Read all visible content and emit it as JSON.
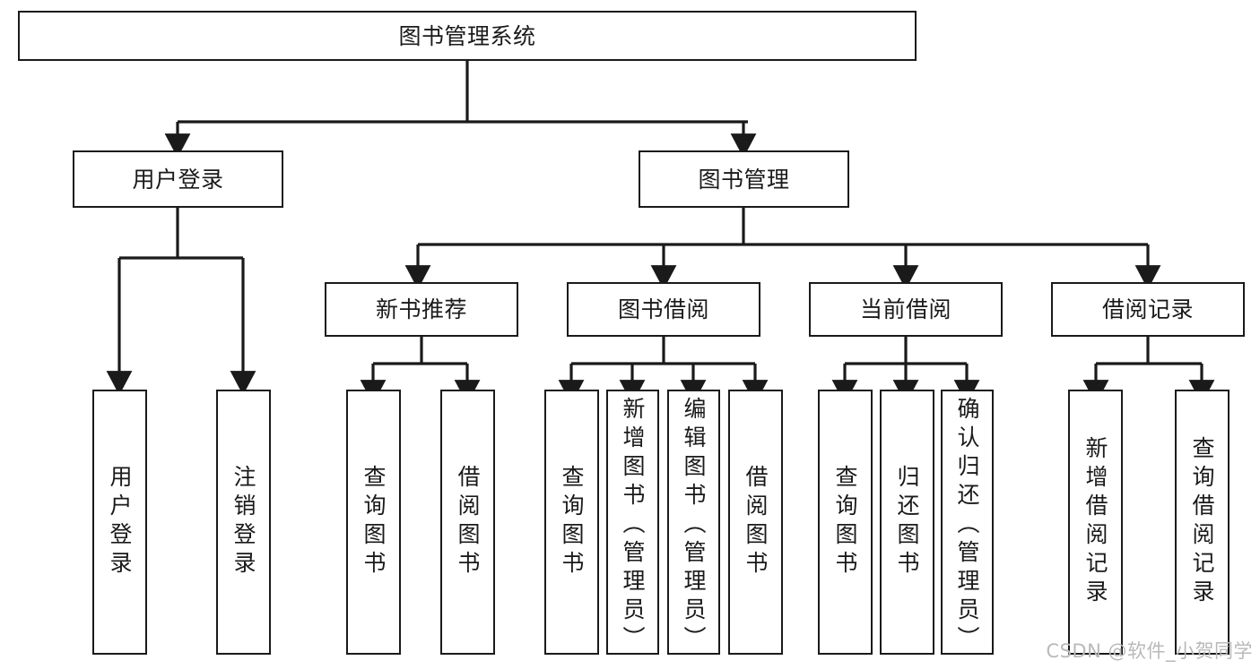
{
  "diagram": {
    "title": "图书管理系统",
    "type": "tree-hierarchy-chart",
    "colors": {
      "box_border": "#1a1a1a",
      "box_fill": "#ffffff",
      "connector": "#1a1a1a",
      "background": "#ffffff",
      "watermark": "#b9b9b9"
    },
    "root": {
      "label": "图书管理系统"
    },
    "level2": [
      {
        "label": "用户登录"
      },
      {
        "label": "图书管理"
      }
    ],
    "level3": [
      {
        "label": "新书推荐"
      },
      {
        "label": "图书借阅"
      },
      {
        "label": "当前借阅"
      },
      {
        "label": "借阅记录"
      }
    ],
    "leaves": {
      "user_login": [
        {
          "label": "用户登录"
        },
        {
          "label": "注销登录"
        }
      ],
      "new_book_recommend": [
        {
          "label": "查询图书"
        },
        {
          "label": "借阅图书"
        }
      ],
      "book_borrow": [
        {
          "label": "查询图书"
        },
        {
          "label": "新增图书（管理员）"
        },
        {
          "label": "编辑图书（管理员）"
        },
        {
          "label": "借阅图书"
        }
      ],
      "current_borrow": [
        {
          "label": "查询图书"
        },
        {
          "label": "归还图书"
        },
        {
          "label": "确认归还（管理员）"
        }
      ],
      "borrow_record": [
        {
          "label": "新增借阅记录"
        },
        {
          "label": "查询借阅记录"
        }
      ]
    }
  },
  "watermark": {
    "text": "CSDN @软件_小贺同学"
  }
}
